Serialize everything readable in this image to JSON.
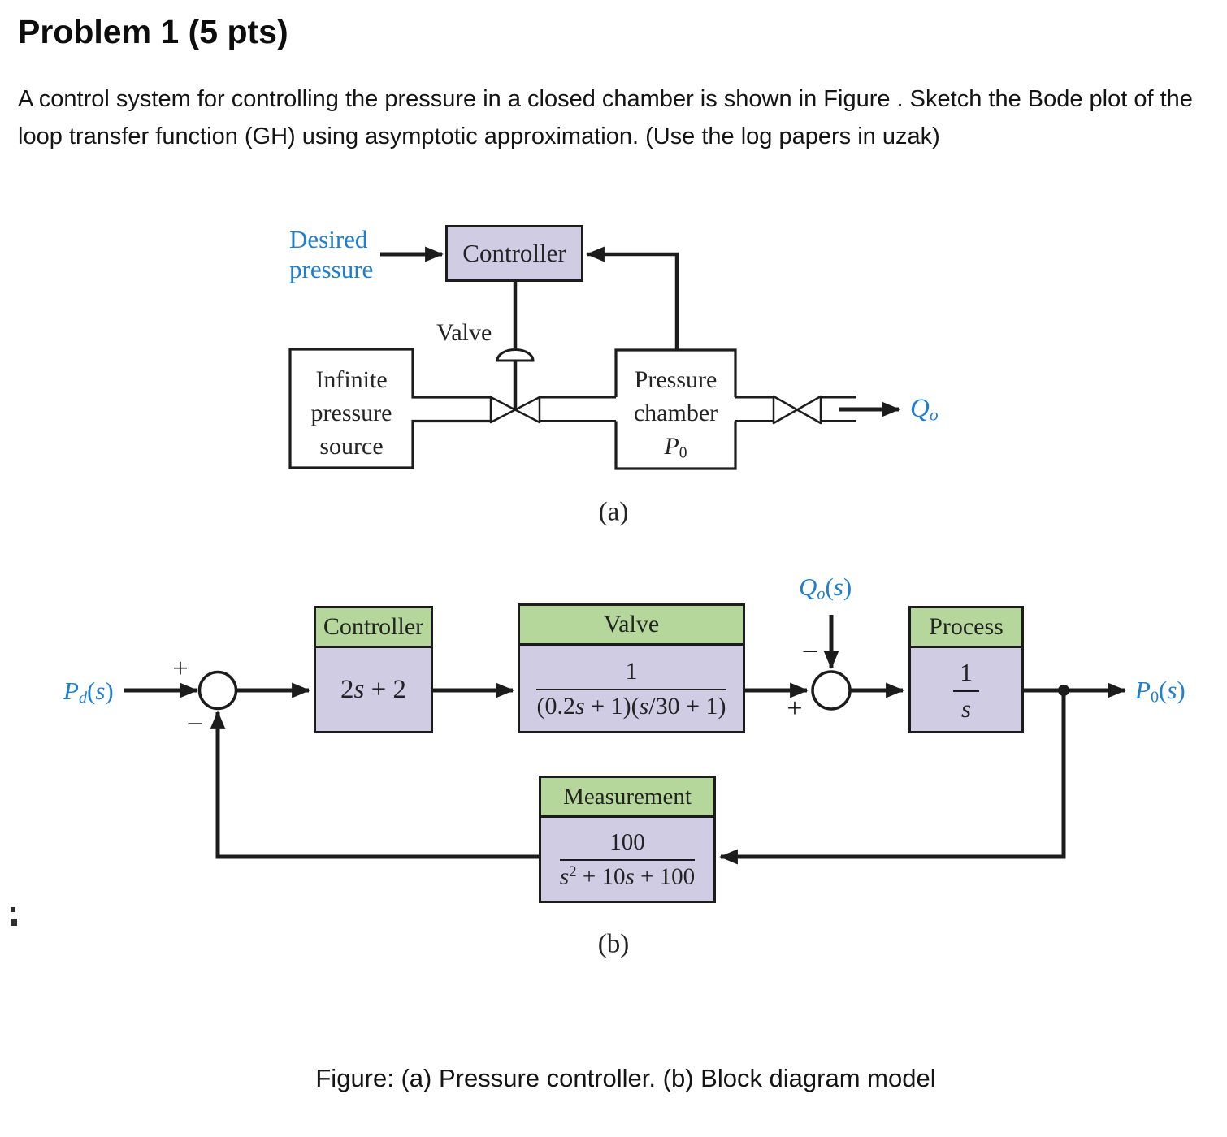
{
  "document": {
    "title": "Problem 1 (5 pts)",
    "paragraph": "A control system for controlling the pressure in a closed chamber is shown in Figure . Sketch the Bode plot of the loop transfer function (GH) using asymptotic approximation. (Use the log papers in uzak)",
    "caption": "Figure: (a) Pressure controller. (b) Block diagram model"
  },
  "colors": {
    "header_green": "#b6d79b",
    "body_lavender": "#cfcce4",
    "accent_blue": "#1d7ed2",
    "line_black": "#1c1c1c"
  },
  "diagram_a": {
    "caption_label": "(a)",
    "desired_pressure": [
      "Desired",
      "pressure"
    ],
    "controller_label": "Controller",
    "valve_label": "Valve",
    "source_lines": [
      "Infinite",
      "pressure",
      "source"
    ],
    "chamber_lines": [
      "Pressure",
      "chamber"
    ],
    "chamber_symbol": "P_0",
    "outflow_symbol": "Q_o"
  },
  "diagram_b": {
    "caption_label": "(b)",
    "input_signal": "P_d(s)",
    "disturbance_signal": "Q_o(s)",
    "output_signal": "P_0(s)",
    "sum1": {
      "top_sign": "+",
      "bottom_sign": "−"
    },
    "sum2": {
      "top_sign": "−",
      "bottom_sign": "+"
    },
    "controller": {
      "title": "Controller",
      "gain": "2s + 2"
    },
    "valve": {
      "title": "Valve",
      "numerator": "1",
      "denominator": "(0.2s + 1)(s/30 + 1)"
    },
    "process": {
      "title": "Process",
      "numerator": "1",
      "denominator": "s"
    },
    "measurement": {
      "title": "Measurement",
      "numerator": "100",
      "denominator": "s^2 + 10s + 100"
    }
  }
}
